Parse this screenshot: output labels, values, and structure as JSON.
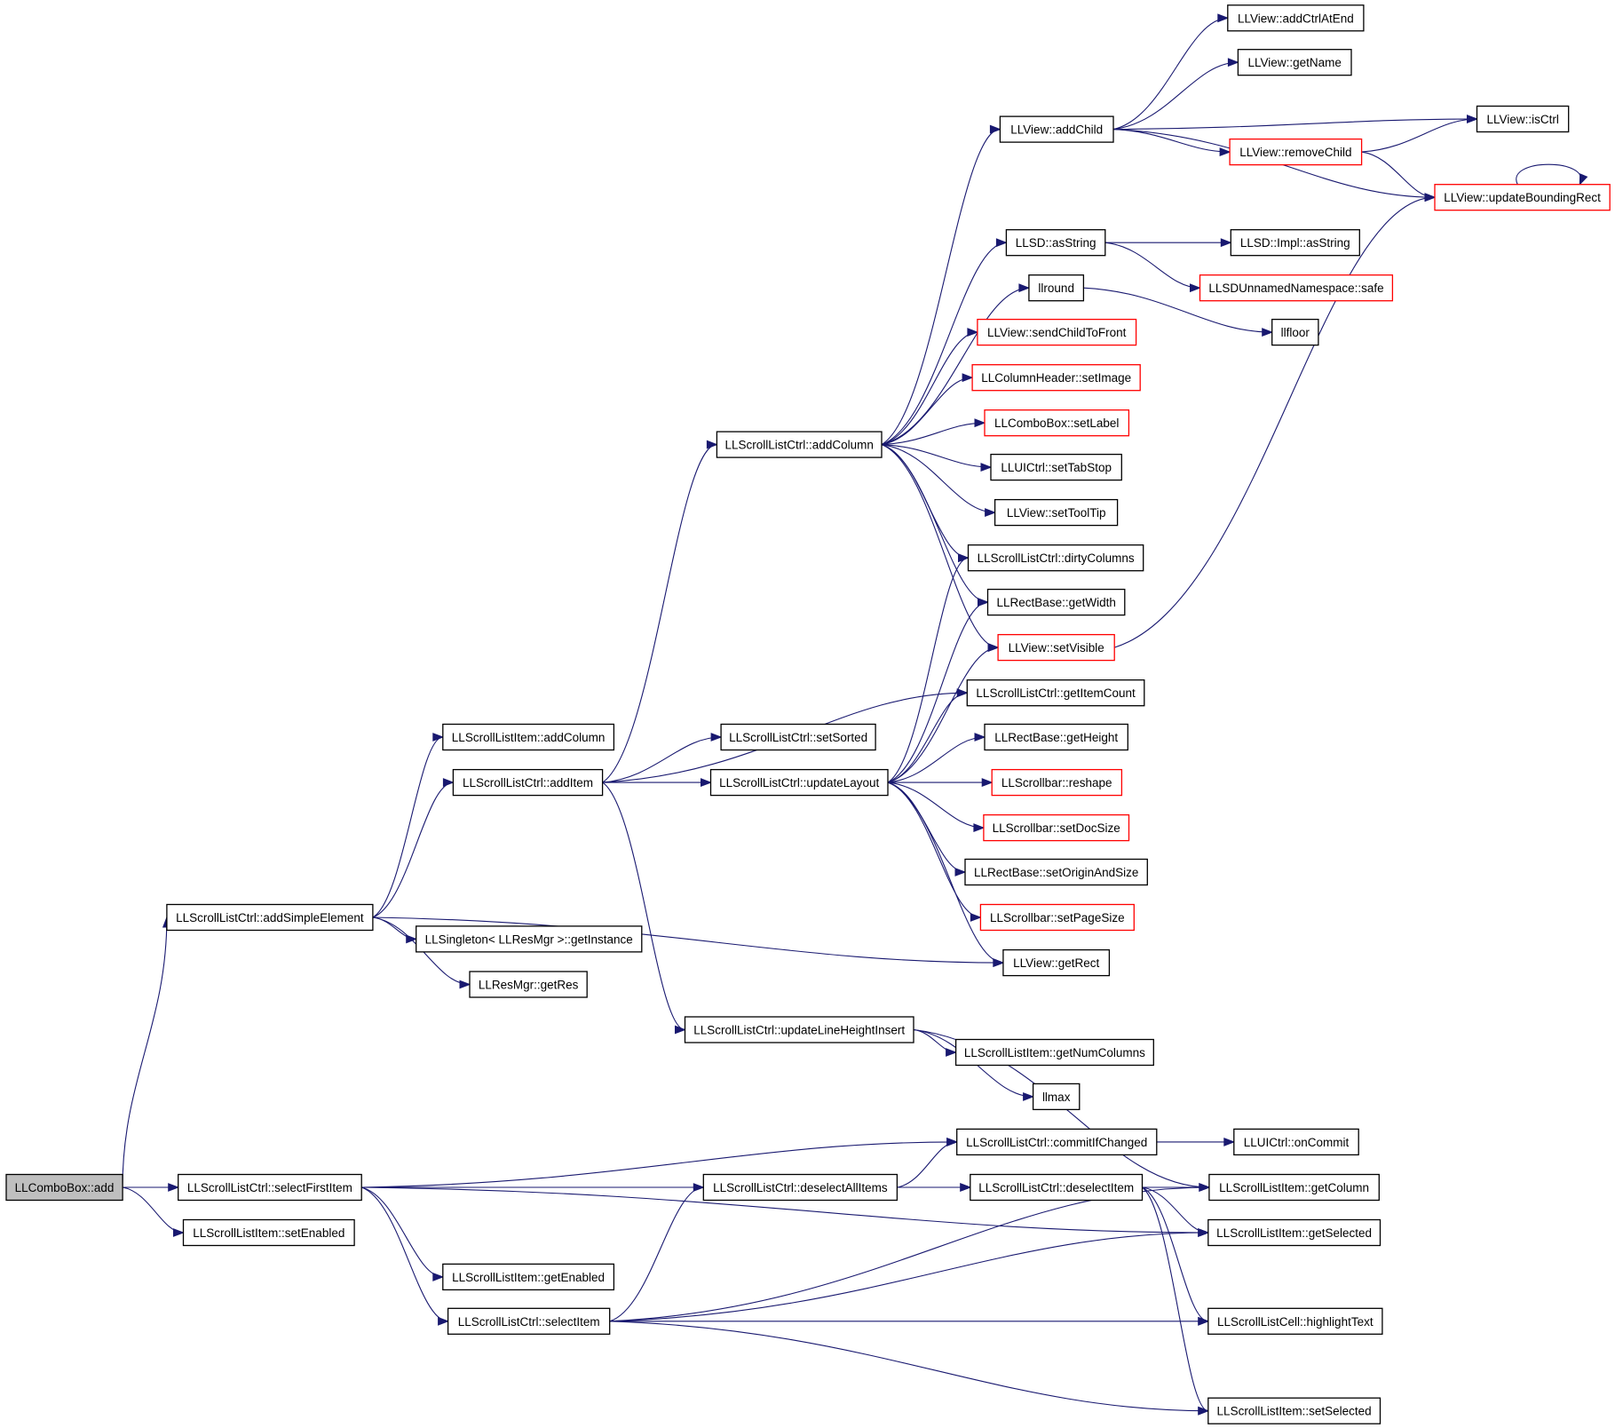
{
  "colors": {
    "edge": "#191970",
    "node_border": "#000000",
    "node_border_truncated": "#ff0000",
    "root_fill": "#bfbfbf"
  },
  "nodes": [
    {
      "id": "n_add",
      "label": "LLComboBox::add",
      "style": "root"
    },
    {
      "id": "n_addSimple",
      "label": "LLScrollListCtrl::addSimpleElement",
      "style": "normal"
    },
    {
      "id": "n_selectFirst",
      "label": "LLScrollListCtrl::selectFirstItem",
      "style": "normal"
    },
    {
      "id": "n_setEnabled",
      "label": "LLScrollListItem::setEnabled",
      "style": "normal"
    },
    {
      "id": "n_sliAddColumn",
      "label": "LLScrollListItem::addColumn",
      "style": "normal"
    },
    {
      "id": "n_addItem",
      "label": "LLScrollListCtrl::addItem",
      "style": "normal"
    },
    {
      "id": "n_getInstance",
      "label": "LLSingleton< LLResMgr >::getInstance",
      "style": "normal"
    },
    {
      "id": "n_getRes",
      "label": "LLResMgr::getRes",
      "style": "normal"
    },
    {
      "id": "n_getEnabled",
      "label": "LLScrollListItem::getEnabled",
      "style": "normal"
    },
    {
      "id": "n_selectItem",
      "label": "LLScrollListCtrl::selectItem",
      "style": "normal"
    },
    {
      "id": "n_addColumn",
      "label": "LLScrollListCtrl::addColumn",
      "style": "normal"
    },
    {
      "id": "n_setSorted",
      "label": "LLScrollListCtrl::setSorted",
      "style": "normal"
    },
    {
      "id": "n_updateLayout",
      "label": "LLScrollListCtrl::updateLayout",
      "style": "normal"
    },
    {
      "id": "n_updateLHI",
      "label": "LLScrollListCtrl::updateLineHeightInsert",
      "style": "normal"
    },
    {
      "id": "n_deselectAll",
      "label": "LLScrollListCtrl::deselectAllItems",
      "style": "normal"
    },
    {
      "id": "n_addChild",
      "label": "LLView::addChild",
      "style": "normal"
    },
    {
      "id": "n_asString",
      "label": "LLSD::asString",
      "style": "normal"
    },
    {
      "id": "n_llround",
      "label": "llround",
      "style": "normal"
    },
    {
      "id": "n_sendChild",
      "label": "LLView::sendChildToFront",
      "style": "red"
    },
    {
      "id": "n_setImage",
      "label": "LLColumnHeader::setImage",
      "style": "red"
    },
    {
      "id": "n_setLabel",
      "label": "LLComboBox::setLabel",
      "style": "red"
    },
    {
      "id": "n_setTabStop",
      "label": "LLUICtrl::setTabStop",
      "style": "normal"
    },
    {
      "id": "n_setToolTip",
      "label": "LLView::setToolTip",
      "style": "normal"
    },
    {
      "id": "n_dirtyColumns",
      "label": "LLScrollListCtrl::dirtyColumns",
      "style": "normal"
    },
    {
      "id": "n_getWidth",
      "label": "LLRectBase::getWidth",
      "style": "normal"
    },
    {
      "id": "n_setVisible",
      "label": "LLView::setVisible",
      "style": "red"
    },
    {
      "id": "n_getItemCount",
      "label": "LLScrollListCtrl::getItemCount",
      "style": "normal"
    },
    {
      "id": "n_getHeight",
      "label": "LLRectBase::getHeight",
      "style": "normal"
    },
    {
      "id": "n_reshape",
      "label": "LLScrollbar::reshape",
      "style": "red"
    },
    {
      "id": "n_setDocSize",
      "label": "LLScrollbar::setDocSize",
      "style": "red"
    },
    {
      "id": "n_setOrigin",
      "label": "LLRectBase::setOriginAndSize",
      "style": "normal"
    },
    {
      "id": "n_setPageSize",
      "label": "LLScrollbar::setPageSize",
      "style": "red"
    },
    {
      "id": "n_getRect",
      "label": "LLView::getRect",
      "style": "normal"
    },
    {
      "id": "n_getNumColumns",
      "label": "LLScrollListItem::getNumColumns",
      "style": "normal"
    },
    {
      "id": "n_llmax",
      "label": "llmax",
      "style": "normal"
    },
    {
      "id": "n_commitIfChanged",
      "label": "LLScrollListCtrl::commitIfChanged",
      "style": "normal"
    },
    {
      "id": "n_deselectItem",
      "label": "LLScrollListCtrl::deselectItem",
      "style": "normal"
    },
    {
      "id": "n_addCtrlAtEnd",
      "label": "LLView::addCtrlAtEnd",
      "style": "normal"
    },
    {
      "id": "n_getName",
      "label": "LLView::getName",
      "style": "normal"
    },
    {
      "id": "n_removeChild",
      "label": "LLView::removeChild",
      "style": "red"
    },
    {
      "id": "n_isCtrl",
      "label": "LLView::isCtrl",
      "style": "normal"
    },
    {
      "id": "n_updateBR",
      "label": "LLView::updateBoundingRect",
      "style": "red"
    },
    {
      "id": "n_implAsString",
      "label": "LLSD::Impl::asString",
      "style": "normal"
    },
    {
      "id": "n_safe",
      "label": "LLSDUnnamedNamespace::safe",
      "style": "red"
    },
    {
      "id": "n_llfloor",
      "label": "llfloor",
      "style": "normal"
    },
    {
      "id": "n_onCommit",
      "label": "LLUICtrl::onCommit",
      "style": "normal"
    },
    {
      "id": "n_getColumn",
      "label": "LLScrollListItem::getColumn",
      "style": "normal"
    },
    {
      "id": "n_getSelected",
      "label": "LLScrollListItem::getSelected",
      "style": "normal"
    },
    {
      "id": "n_highlightText",
      "label": "LLScrollListCell::highlightText",
      "style": "normal"
    },
    {
      "id": "n_setSelected",
      "label": "LLScrollListItem::setSelected",
      "style": "normal"
    }
  ],
  "edges": [
    [
      "n_add",
      "n_addSimple"
    ],
    [
      "n_add",
      "n_selectFirst"
    ],
    [
      "n_add",
      "n_setEnabled"
    ],
    [
      "n_addSimple",
      "n_sliAddColumn"
    ],
    [
      "n_addSimple",
      "n_addItem"
    ],
    [
      "n_addSimple",
      "n_getInstance"
    ],
    [
      "n_addSimple",
      "n_getRes"
    ],
    [
      "n_addSimple",
      "n_getRect"
    ],
    [
      "n_addItem",
      "n_addColumn"
    ],
    [
      "n_addItem",
      "n_setSorted"
    ],
    [
      "n_addItem",
      "n_updateLayout"
    ],
    [
      "n_addItem",
      "n_updateLHI"
    ],
    [
      "n_addItem",
      "n_getItemCount"
    ],
    [
      "n_addColumn",
      "n_addChild"
    ],
    [
      "n_addColumn",
      "n_asString"
    ],
    [
      "n_addColumn",
      "n_llround"
    ],
    [
      "n_addColumn",
      "n_sendChild"
    ],
    [
      "n_addColumn",
      "n_setImage"
    ],
    [
      "n_addColumn",
      "n_setLabel"
    ],
    [
      "n_addColumn",
      "n_setTabStop"
    ],
    [
      "n_addColumn",
      "n_setToolTip"
    ],
    [
      "n_addColumn",
      "n_dirtyColumns"
    ],
    [
      "n_addColumn",
      "n_getWidth"
    ],
    [
      "n_addColumn",
      "n_setVisible"
    ],
    [
      "n_addChild",
      "n_addCtrlAtEnd"
    ],
    [
      "n_addChild",
      "n_getName"
    ],
    [
      "n_addChild",
      "n_isCtrl"
    ],
    [
      "n_addChild",
      "n_removeChild"
    ],
    [
      "n_addChild",
      "n_updateBR"
    ],
    [
      "n_removeChild",
      "n_isCtrl"
    ],
    [
      "n_removeChild",
      "n_updateBR"
    ],
    [
      "n_updateBR",
      "n_updateBR"
    ],
    [
      "n_asString",
      "n_implAsString"
    ],
    [
      "n_asString",
      "n_safe"
    ],
    [
      "n_llround",
      "n_llfloor"
    ],
    [
      "n_setVisible",
      "n_updateBR"
    ],
    [
      "n_updateLayout",
      "n_dirtyColumns"
    ],
    [
      "n_updateLayout",
      "n_getWidth"
    ],
    [
      "n_updateLayout",
      "n_setVisible"
    ],
    [
      "n_updateLayout",
      "n_getItemCount"
    ],
    [
      "n_updateLayout",
      "n_getHeight"
    ],
    [
      "n_updateLayout",
      "n_reshape"
    ],
    [
      "n_updateLayout",
      "n_setDocSize"
    ],
    [
      "n_updateLayout",
      "n_setOrigin"
    ],
    [
      "n_updateLayout",
      "n_setPageSize"
    ],
    [
      "n_updateLayout",
      "n_getRect"
    ],
    [
      "n_updateLHI",
      "n_getNumColumns"
    ],
    [
      "n_updateLHI",
      "n_llmax"
    ],
    [
      "n_updateLHI",
      "n_getColumn"
    ],
    [
      "n_selectFirst",
      "n_commitIfChanged"
    ],
    [
      "n_selectFirst",
      "n_deselectItem"
    ],
    [
      "n_selectFirst",
      "n_getSelected"
    ],
    [
      "n_selectFirst",
      "n_getEnabled"
    ],
    [
      "n_selectFirst",
      "n_selectItem"
    ],
    [
      "n_selectItem",
      "n_deselectAll"
    ],
    [
      "n_selectItem",
      "n_getColumn"
    ],
    [
      "n_selectItem",
      "n_getSelected"
    ],
    [
      "n_selectItem",
      "n_highlightText"
    ],
    [
      "n_selectItem",
      "n_setSelected"
    ],
    [
      "n_deselectAll",
      "n_commitIfChanged"
    ],
    [
      "n_deselectAll",
      "n_deselectItem"
    ],
    [
      "n_commitIfChanged",
      "n_onCommit"
    ],
    [
      "n_deselectItem",
      "n_getColumn"
    ],
    [
      "n_deselectItem",
      "n_getSelected"
    ],
    [
      "n_deselectItem",
      "n_highlightText"
    ],
    [
      "n_deselectItem",
      "n_setSelected"
    ]
  ]
}
